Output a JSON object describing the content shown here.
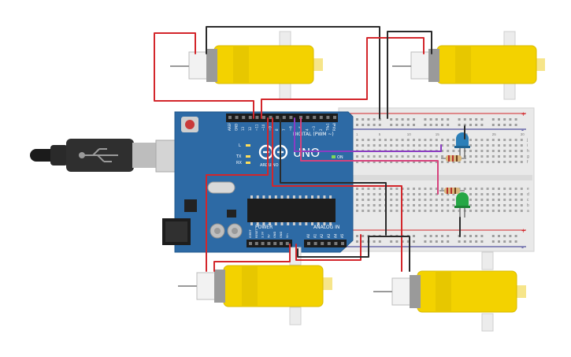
{
  "board": {
    "name": "UNO",
    "brand": "ARDUINO",
    "digital_label": "DIGITAL (PWM ~)",
    "analog_label": "ANALOG IN",
    "power_label": "POWER",
    "on_label": "ON",
    "tx_label": "TX",
    "rx_label": "RX",
    "l_label": "L",
    "digital_pins": [
      "AREF",
      "GND",
      "13",
      "12",
      "~11",
      "~10",
      "~9",
      "8",
      "7",
      "~6",
      "~5",
      "4",
      "~3",
      "2",
      "TX▸1",
      "RX◂0"
    ],
    "power_pins": [
      "IOREF",
      "RESET",
      "3.3V",
      "5V",
      "GND",
      "GND",
      "Vin"
    ],
    "analog_pins": [
      "A0",
      "A1",
      "A2",
      "A3",
      "A4",
      "A5"
    ]
  },
  "breadboard": {
    "row_letters_top": [
      "j",
      "i",
      "h",
      "g",
      "f"
    ],
    "row_letters_bottom": [
      "e",
      "d",
      "c",
      "b",
      "a"
    ],
    "col_numbers": [
      "1",
      "5",
      "10",
      "15",
      "20",
      "25",
      "30"
    ]
  },
  "colors": {
    "board": "#2d6aa5",
    "board_dark": "#1e4f80",
    "motor_yellow": "#f3d200",
    "wire_red": "#d3262b",
    "wire_black": "#2b2b2b",
    "wire_purple": "#8a3cc2",
    "wire_pink": "#d6427c",
    "led_blue": "#2b7fb8",
    "led_green": "#25a745"
  }
}
